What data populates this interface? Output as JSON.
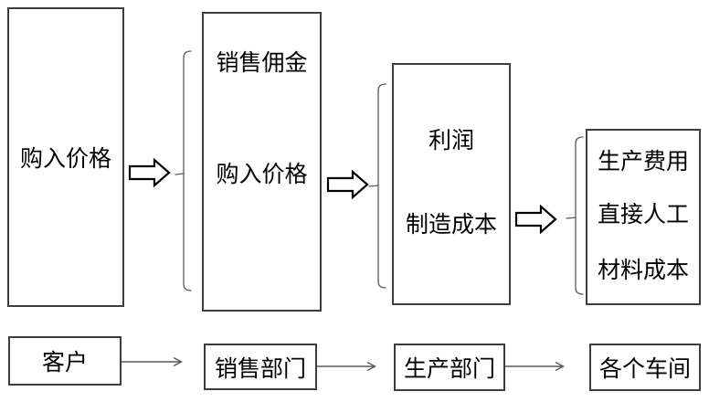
{
  "colors": {
    "background": "#ffffff",
    "box_border": "#3d3d3d",
    "connector_line": "#595959",
    "block_arrow_outline": "#000000",
    "text": "#000000"
  },
  "flow": {
    "stage1": {
      "lines": [
        "购入价格"
      ]
    },
    "stage2": {
      "lines": [
        "销售佣金",
        "购入价格"
      ]
    },
    "stage3": {
      "lines": [
        "利润",
        "制造成本"
      ]
    },
    "stage4": {
      "lines": [
        "生产费用",
        "直接人工",
        "材料成本"
      ]
    }
  },
  "bottom_row": {
    "items": [
      {
        "label": "客户"
      },
      {
        "label": "销售部门"
      },
      {
        "label": "生产部门"
      },
      {
        "label": "各个车间"
      }
    ]
  }
}
